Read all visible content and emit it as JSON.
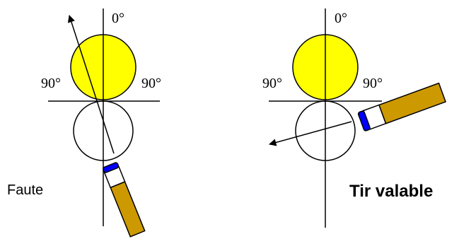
{
  "colors": {
    "yellow_ball": "#FFFF00",
    "white_ball": "#FFFFFF",
    "outline": "#000000",
    "cue_shaft": "#CC9900",
    "cue_tip": "#0000FF"
  },
  "left_diagram": {
    "label_top": "0°",
    "label_left": "90°",
    "label_right": "90°",
    "caption": "Faute"
  },
  "right_diagram": {
    "label_top": "0°",
    "label_left": "90°",
    "label_right": "90°",
    "caption": "Tir valable"
  }
}
